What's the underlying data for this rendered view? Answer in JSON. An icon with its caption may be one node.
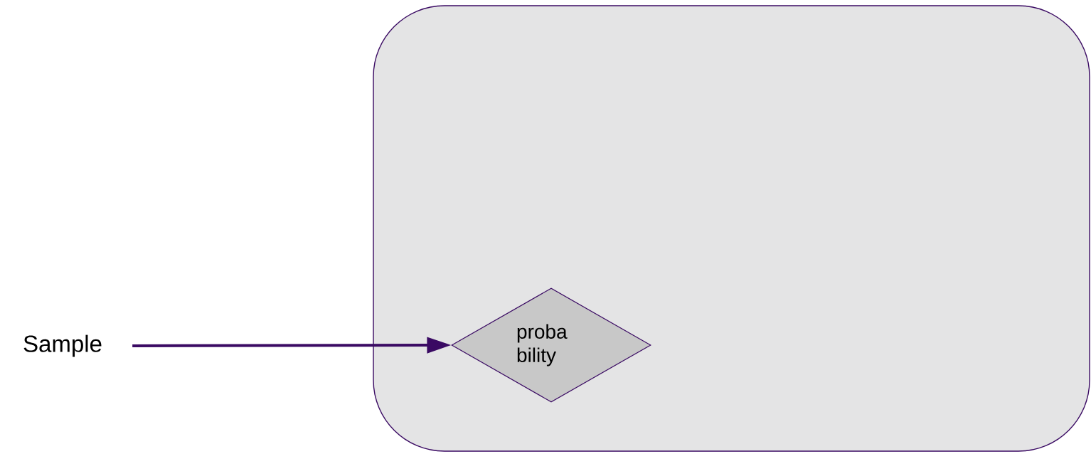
{
  "diagram": {
    "nodes": [
      {
        "text": [
          "Sample"
        ]
      },
      {
        "text": [],
        "shape": "box"
      },
      {
        "text": [
          "proba bility"
        ],
        "in": 1
      }
    ],
    "edges": [
      {
        "from": 0,
        "to": 2,
        "arrow": "to"
      }
    ]
  }
}
